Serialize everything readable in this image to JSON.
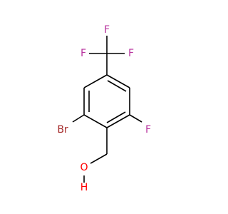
{
  "molecule": {
    "atoms": {
      "f_top": {
        "label": "F",
        "color": "#b8329e"
      },
      "f_left": {
        "label": "F",
        "color": "#b8329e"
      },
      "f_right": {
        "label": "F",
        "color": "#b8329e"
      },
      "f_ring": {
        "label": "F",
        "color": "#b8329e"
      },
      "br": {
        "label": "Br",
        "color": "#a52a2a"
      },
      "o": {
        "label": "O",
        "color": "#ff0000"
      },
      "h": {
        "label": "H",
        "color": "#ff0000"
      }
    },
    "bond_color": "#000000",
    "background": "#ffffff"
  }
}
